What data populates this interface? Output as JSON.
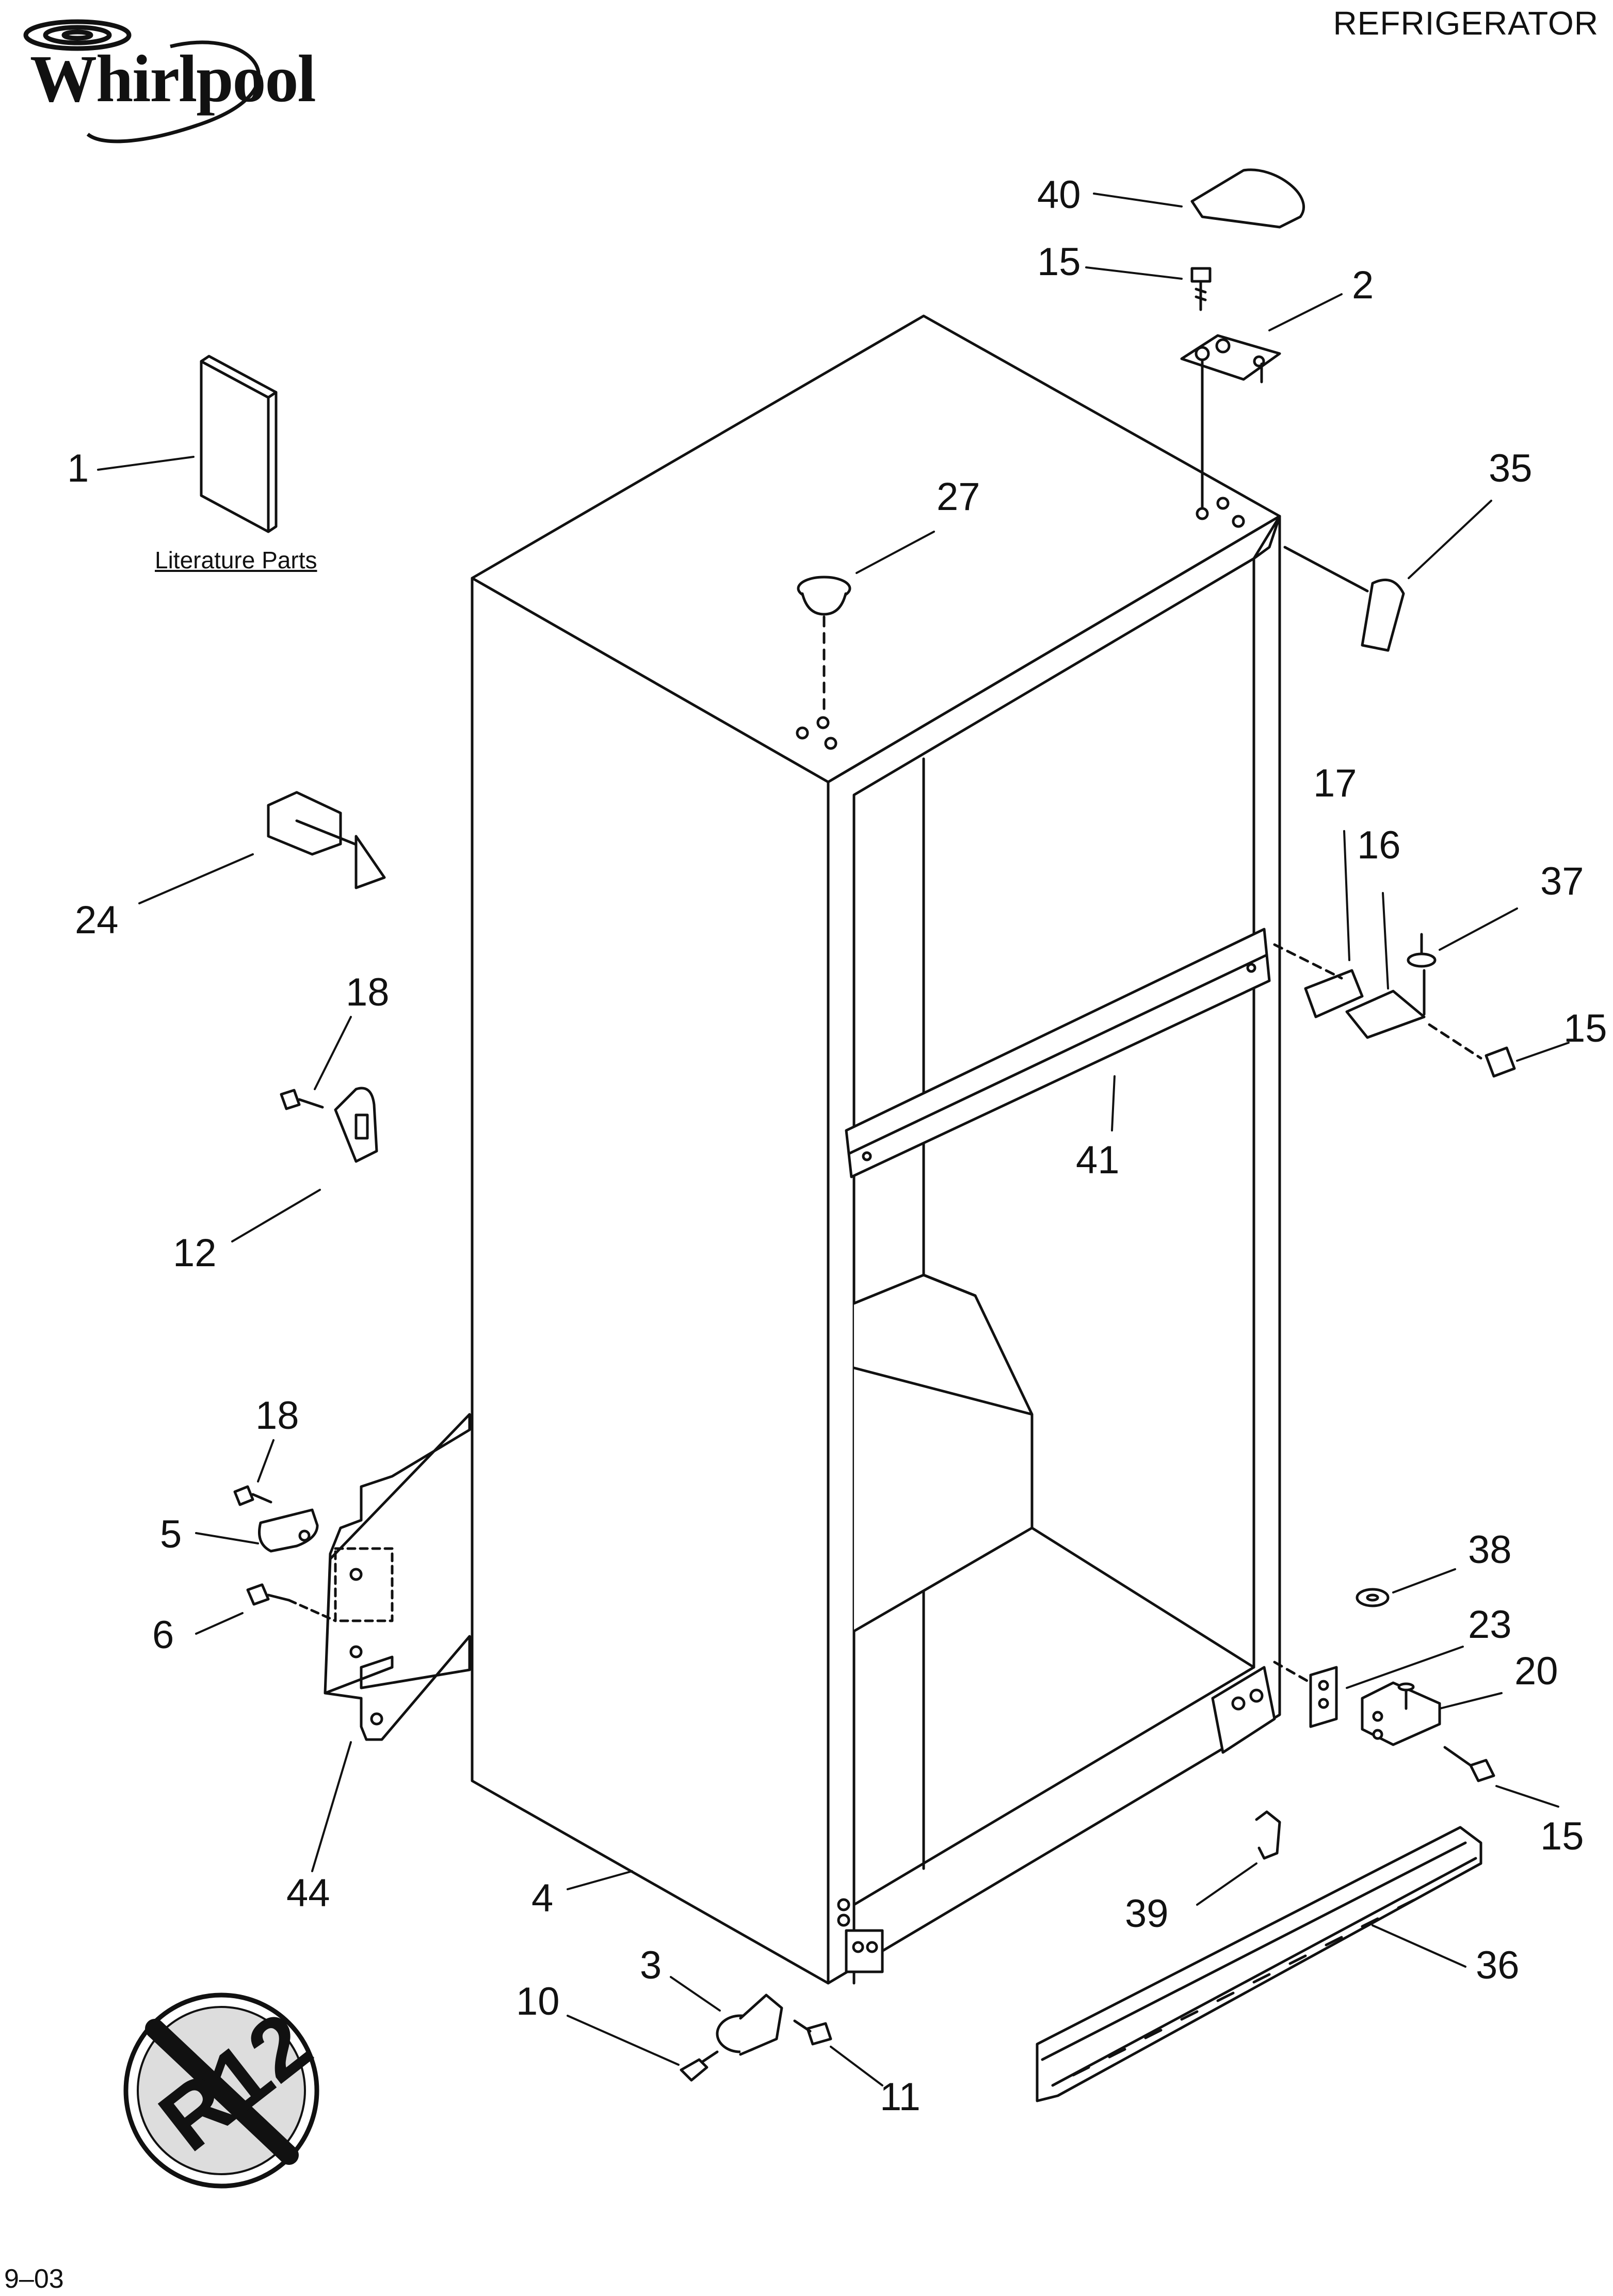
{
  "header": {
    "title": "REFRIGERATOR"
  },
  "brand": {
    "name": "Whirlpool"
  },
  "literature_label": "Literature Parts",
  "refrigerant_badge": {
    "text": "R12"
  },
  "footer": {
    "date_code": "9–03"
  },
  "callouts": [
    {
      "id": "c40",
      "label": "40"
    },
    {
      "id": "c15a",
      "label": "15"
    },
    {
      "id": "c2",
      "label": "2"
    },
    {
      "id": "c1",
      "label": "1"
    },
    {
      "id": "c27",
      "label": "27"
    },
    {
      "id": "c35",
      "label": "35"
    },
    {
      "id": "c17",
      "label": "17"
    },
    {
      "id": "c16",
      "label": "16"
    },
    {
      "id": "c37",
      "label": "37"
    },
    {
      "id": "c24",
      "label": "24"
    },
    {
      "id": "c18a",
      "label": "18"
    },
    {
      "id": "c15b",
      "label": "15"
    },
    {
      "id": "c41",
      "label": "41"
    },
    {
      "id": "c12",
      "label": "12"
    },
    {
      "id": "c18b",
      "label": "18"
    },
    {
      "id": "c5",
      "label": "5"
    },
    {
      "id": "c38",
      "label": "38"
    },
    {
      "id": "c6",
      "label": "6"
    },
    {
      "id": "c23",
      "label": "23"
    },
    {
      "id": "c20",
      "label": "20"
    },
    {
      "id": "c44",
      "label": "44"
    },
    {
      "id": "c15c",
      "label": "15"
    },
    {
      "id": "c4",
      "label": "4"
    },
    {
      "id": "c39",
      "label": "39"
    },
    {
      "id": "c3",
      "label": "3"
    },
    {
      "id": "c36",
      "label": "36"
    },
    {
      "id": "c10",
      "label": "10"
    },
    {
      "id": "c11",
      "label": "11"
    }
  ]
}
